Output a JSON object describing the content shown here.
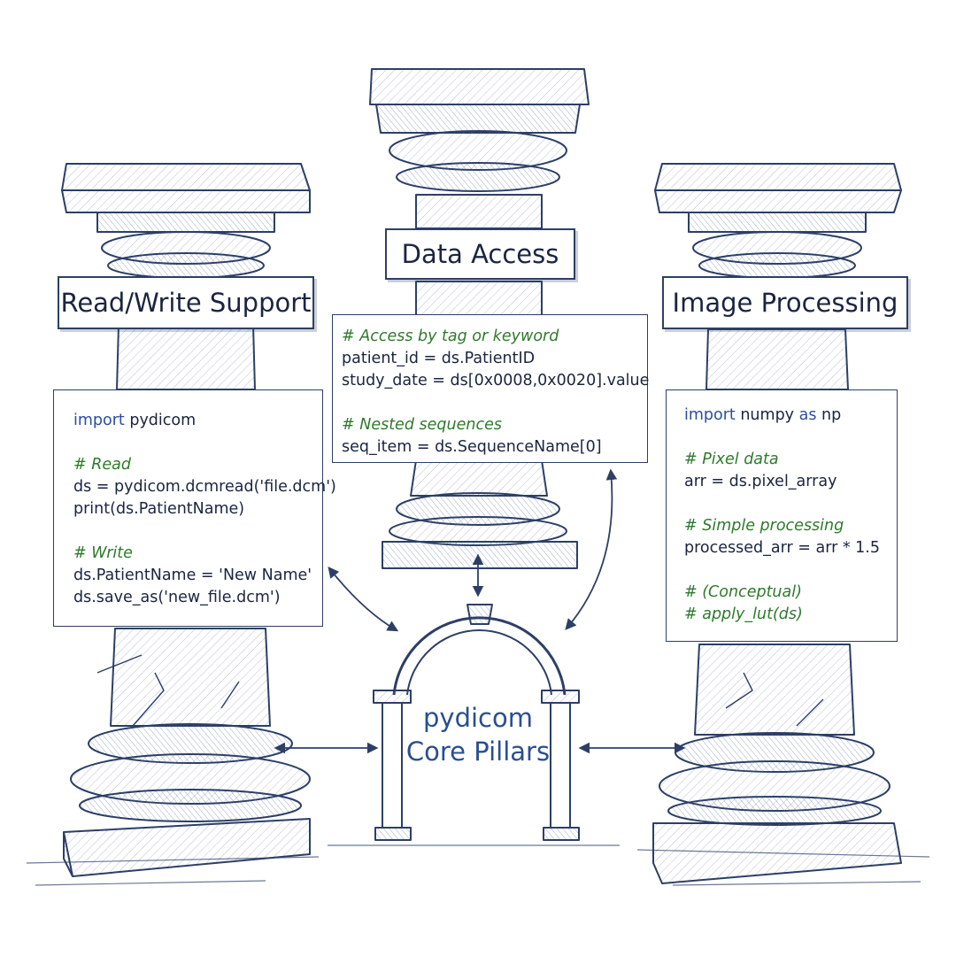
{
  "colors": {
    "ink": "#2d3f66",
    "text": "#1a2540",
    "comment": "#2f7a2c",
    "keyword": "#2a4fa0",
    "center_text": "#2a4f8f"
  },
  "center": {
    "line1": "pydicom",
    "line2": "Core Pillars"
  },
  "pillars": {
    "read_write": {
      "title": "Read/Write Support",
      "code": {
        "l1_kw": "import",
        "l1_rest": " pydicom",
        "l3": "# Read",
        "l4": "ds = pydicom.dcmread('file.dcm')",
        "l5": "print(ds.PatientName)",
        "l7": "# Write",
        "l8": "ds.PatientName = 'New Name'",
        "l9": "ds.save_as('new_file.dcm')"
      }
    },
    "data_access": {
      "title": "Data Access",
      "code": {
        "l1": "# Access by tag or keyword",
        "l2": "patient_id = ds.PatientID",
        "l3": "study_date = ds[0x0008,0x0020].value",
        "l5": "# Nested sequences",
        "l6": "seq_item = ds.SequenceName[0]"
      }
    },
    "image_processing": {
      "title": "Image Processing",
      "code": {
        "l1_kw": "import",
        "l1_mid": " numpy ",
        "l1_kw2": "as",
        "l1_rest": " np",
        "l3": "# Pixel data",
        "l4": "arr = ds.pixel_array",
        "l6": "# Simple processing",
        "l7": "processed_arr = arr * 1.5",
        "l9": "# (Conceptual)",
        "l10": "# apply_lut(ds)"
      }
    }
  }
}
